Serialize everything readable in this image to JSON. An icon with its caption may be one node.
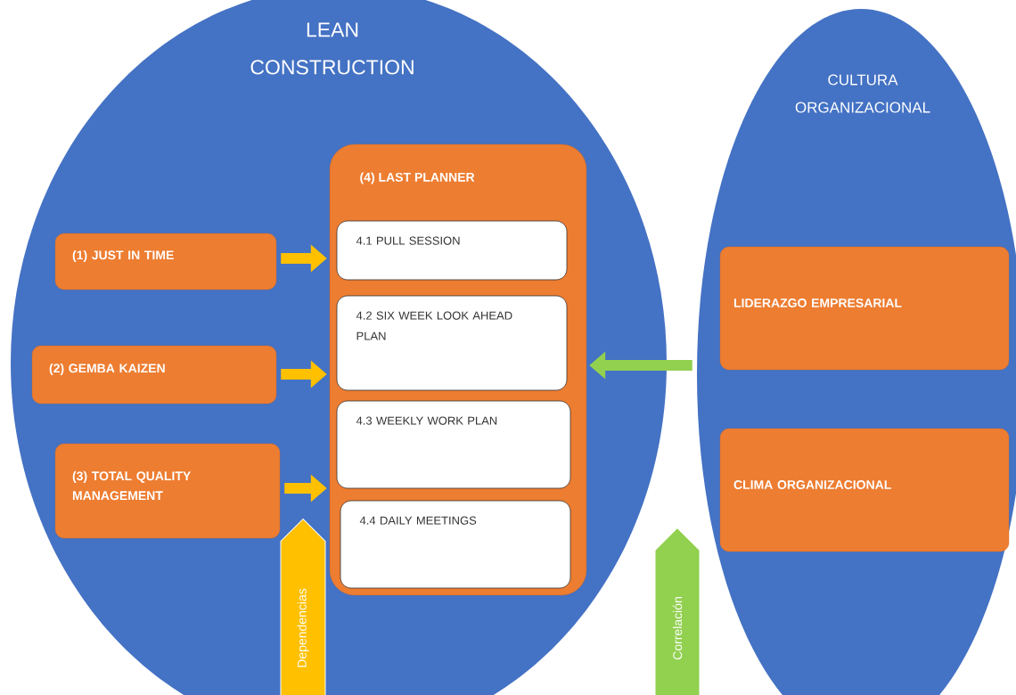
{
  "diagram": {
    "nodes": [
      {
        "text": [
          "LEAN CONSTRUCTION"
        ]
      },
      {
        "text": [
          "(1) JUST IN TIME"
        ],
        "in": 0
      },
      {
        "text": [
          "(2) GEMBA KAIZEN"
        ],
        "in": 0
      },
      {
        "text": [
          "(3) TOTAL QUALITY MANAGEMENT"
        ],
        "in": 0
      },
      {
        "text": [
          "(4) LAST PLANNER"
        ],
        "in": 0
      },
      {
        "text": [
          "4.1 PULL SESSION"
        ],
        "in": 4
      },
      {
        "text": [
          "4.2 SIX WEEK LOOK AHEAD PLAN"
        ],
        "in": 4
      },
      {
        "text": [
          "4.3 WEEKLY WORK PLAN"
        ],
        "in": 4
      },
      {
        "text": [
          "4.4 DAILY MEETINGS"
        ],
        "in": 4
      },
      {
        "text": [
          "CULTURA ORGANIZACIONAL"
        ]
      },
      {
        "text": [
          "LIDERAZGO EMPRESARIAL"
        ],
        "in": 9
      },
      {
        "text": [
          "CLIMA ORGANIZACIONAL"
        ],
        "in": 9
      }
    ],
    "edges": [
      {
        "from": 1,
        "to": 4,
        "arrow": "to"
      },
      {
        "from": 2,
        "to": 4,
        "arrow": "to"
      },
      {
        "from": 3,
        "to": 4,
        "arrow": "to"
      },
      {
        "from": 9,
        "to": 4,
        "arrow": "to",
        "color": "#92d050"
      }
    ],
    "legend": [
      {
        "text": "Dependencias",
        "color": "#ffc000"
      },
      {
        "text": "Correlación",
        "color": "#92d050"
      }
    ]
  }
}
